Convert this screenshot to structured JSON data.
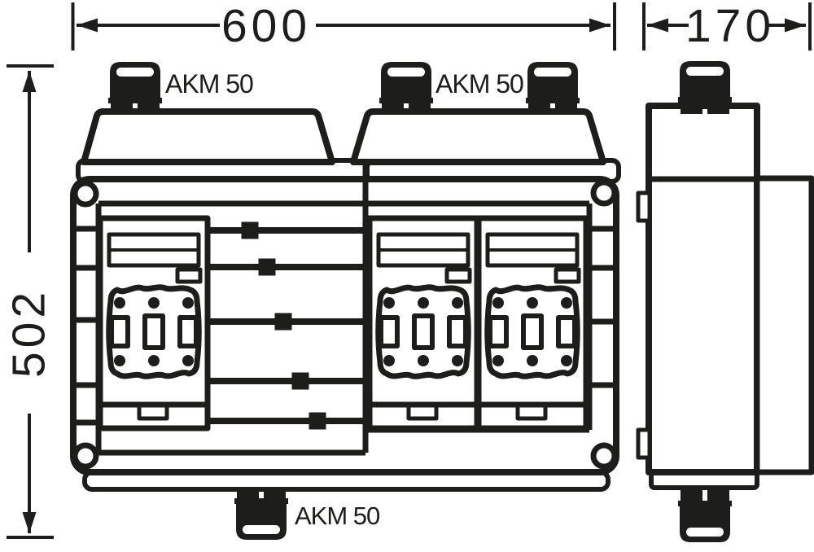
{
  "drawing": {
    "type": "technical-dimension-drawing",
    "subject": "cable distribution enclosure with three fuse switch units, front view and side view",
    "colors": {
      "ink": "#1d1d1b",
      "background": "#ffffff"
    },
    "dimensions": {
      "front_width": "600",
      "side_depth": "170",
      "height": "502"
    },
    "gland_labels": {
      "top_left": "AKM 50",
      "top_right": "AKM 50",
      "bottom": "AKM 50"
    }
  }
}
